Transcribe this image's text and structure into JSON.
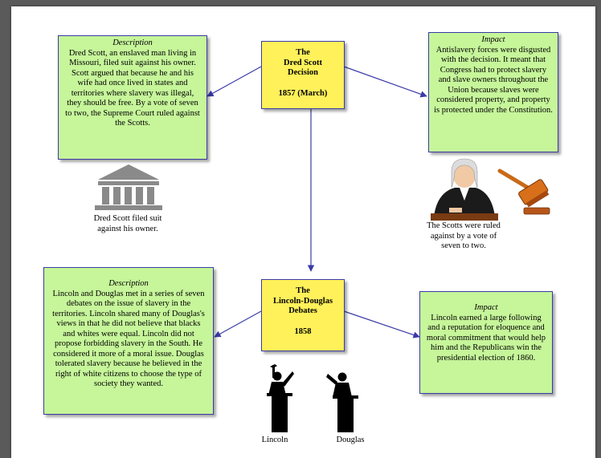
{
  "event1": {
    "title_line1": "The",
    "title_line2": "Dred Scott",
    "title_line3": "Decision",
    "date": "1857 (March)"
  },
  "event1_description": {
    "heading": "Description",
    "text": "Dred Scott, an enslaved man living in Missouri, filed suit against his owner. Scott argued that because he and his wife had once lived in states and territories where slavery was illegal, they should be free. By a vote of seven to two, the Supreme Court ruled against the Scotts."
  },
  "event1_impact": {
    "heading": "Impact",
    "text": "Antislavery forces were disgusted with the decision. It meant that Congress had to protect slavery and slave owners throughout the Union because slaves were considered property, and property is protected under the Constitution."
  },
  "courthouse_caption": "Dred Scott filed suit against his owner.",
  "judge_caption": "The Scotts were ruled against by a vote of seven to two.",
  "event2": {
    "title_line1": "The",
    "title_line2": "Lincoln-Douglas",
    "title_line3": "Debates",
    "date": "1858"
  },
  "event2_description": {
    "heading": "Description",
    "text": "Lincoln and Douglas met in a series of seven debates on the issue of slavery in the territories. Lincoln shared many of Douglas's views in that he did not believe that blacks and whites were equal. Lincoln did not propose forbidding slavery in the South. He considered it more of a moral issue. Douglas tolerated slavery because he believed in the right of white citizens to choose the type of society they wanted."
  },
  "event2_impact": {
    "heading": "Impact",
    "text": "Lincoln earned a large following and a reputation for eloquence and moral commitment that would help him and the Republicans win the presidential election of 1860."
  },
  "speaker_left_label": "Lincoln",
  "speaker_right_label": "Douglas",
  "colors": {
    "event_box": "#fff15a",
    "detail_box": "#c6f59a",
    "connector": "#3a3aa8"
  }
}
